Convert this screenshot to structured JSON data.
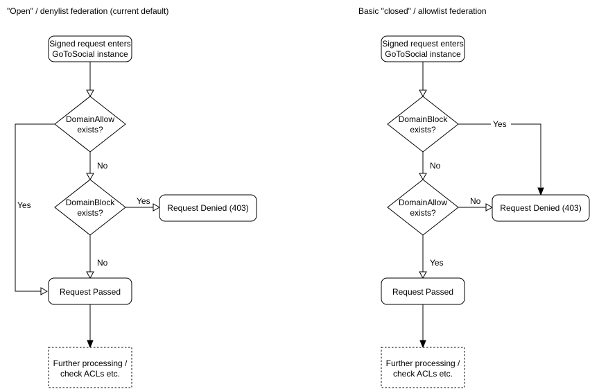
{
  "colors": {
    "stroke": "#000000",
    "node_fill": "#ffffff",
    "background": "#ffffff"
  },
  "diagrams": {
    "left": {
      "title": "\"Open\" / denylist federation (current default)",
      "nodes": {
        "start": {
          "line1": "Signed request enters",
          "line2": "GoToSocial instance"
        },
        "check1": {
          "line1": "DomainAllow",
          "line2": "exists?"
        },
        "check2": {
          "line1": "DomainBlock",
          "line2": "exists?"
        },
        "denied": {
          "label": "Request Denied (403)"
        },
        "passed": {
          "label": "Request Passed"
        },
        "further": {
          "line1": "Further processing /",
          "line2": "check ACLs etc."
        }
      },
      "edge_labels": {
        "check1_yes": "Yes",
        "check1_no": "No",
        "check2_yes": "Yes",
        "check2_no": "No"
      }
    },
    "right": {
      "title": "Basic \"closed\" / allowlist federation",
      "nodes": {
        "start": {
          "line1": "Signed request enters",
          "line2": "GoToSocial instance"
        },
        "check1": {
          "line1": "DomainBlock",
          "line2": "exists?"
        },
        "check2": {
          "line1": "DomainAllow",
          "line2": "exists?"
        },
        "denied": {
          "label": "Request Denied (403)"
        },
        "passed": {
          "label": "Request Passed"
        },
        "further": {
          "line1": "Further processing /",
          "line2": "check ACLs etc."
        }
      },
      "edge_labels": {
        "check1_yes": "Yes",
        "check1_no": "No",
        "check2_no": "No",
        "check2_yes": "Yes"
      }
    }
  }
}
